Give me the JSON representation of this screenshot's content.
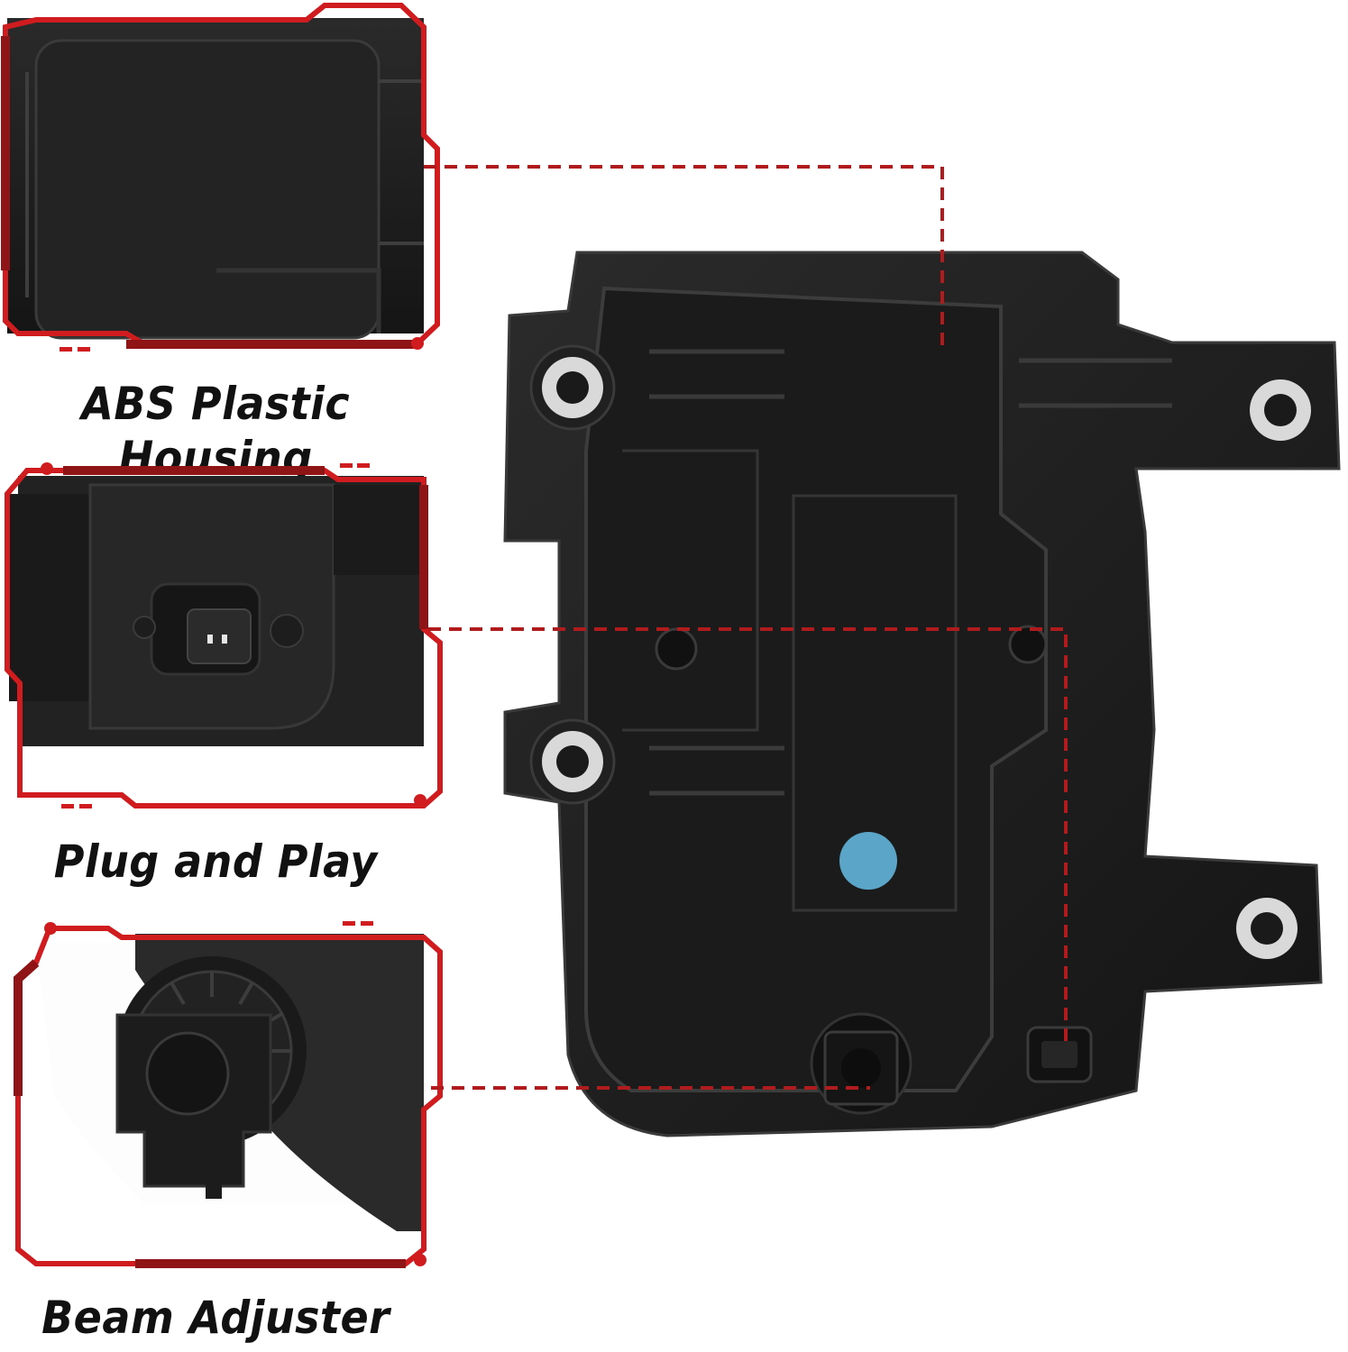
{
  "features": [
    {
      "caption": "ABS Plastic Housing",
      "icon": "housing-closeup"
    },
    {
      "caption": "Plug and Play",
      "icon": "connector-closeup"
    },
    {
      "caption": "Beam Adjuster",
      "icon": "adjuster-closeup"
    }
  ],
  "colors": {
    "accent": "#d01c1f",
    "dark_accent": "#8e1416",
    "housing": "#1f1f1f",
    "bushing": "#d9d9d9",
    "sticker": "#5aa5c8"
  }
}
